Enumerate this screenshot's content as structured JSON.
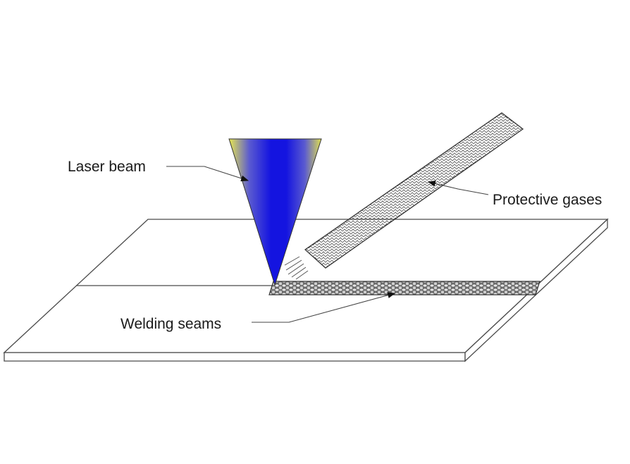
{
  "labels": {
    "laser_beam": "Laser beam",
    "protective_gases": "Protective gases",
    "welding_seams": "Welding seams"
  },
  "colors": {
    "beam_core": "#1f1fe6",
    "beam_edge": "#d9d94a",
    "line": "#4a4a4a",
    "plate_fill": "#ffffff",
    "background": "#ffffff"
  }
}
